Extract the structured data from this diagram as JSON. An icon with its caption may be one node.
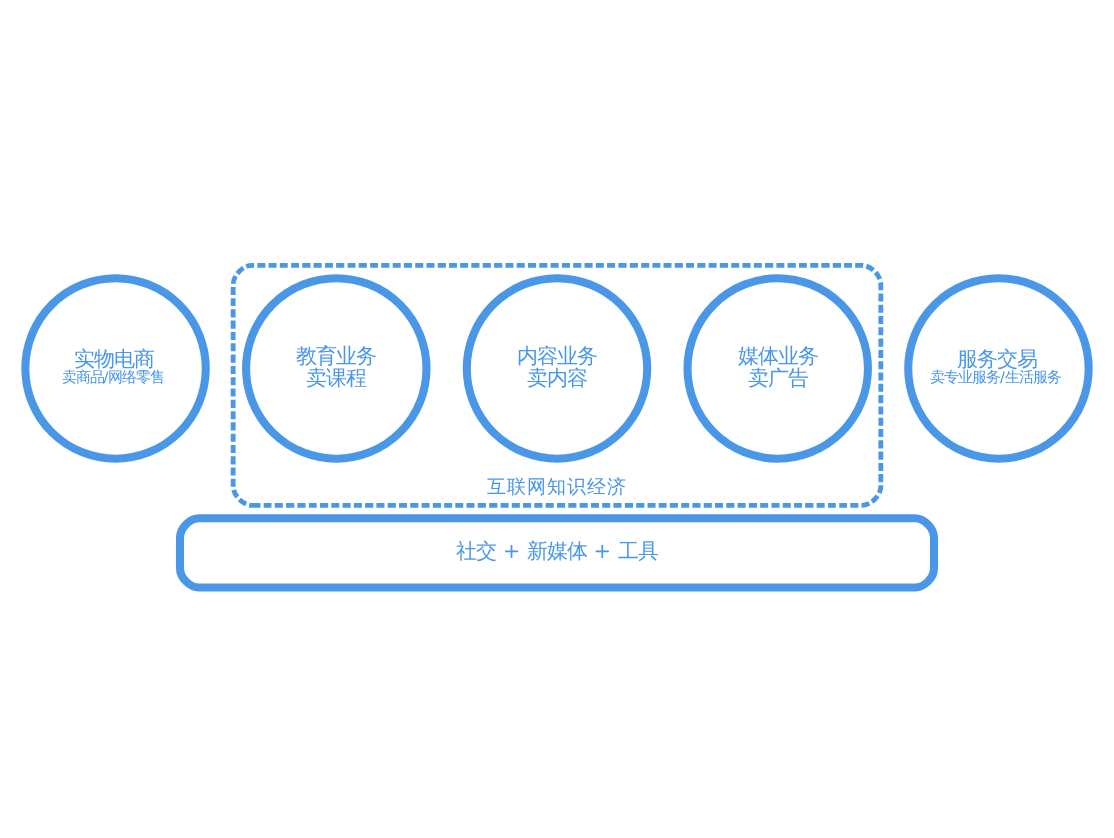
{
  "diagram": {
    "nodes": [
      {
        "text": [
          "实物电商",
          "卖商品/网络零售"
        ]
      },
      {
        "text": [
          "互联网知识经济"
        ]
      },
      {
        "text": [
          "媒体业务",
          "卖广告"
        ],
        "in": 1
      },
      {
        "text": [
          "内容业务",
          "卖内容"
        ],
        "in": 1
      },
      {
        "text": [
          "教育业务",
          "卖课程"
        ],
        "in": 1
      },
      {
        "text": [
          "服务交易",
          "卖专业服务/生活服务"
        ]
      },
      {
        "text": [
          "社交 + 新媒体 + 工具"
        ]
      }
    ]
  }
}
